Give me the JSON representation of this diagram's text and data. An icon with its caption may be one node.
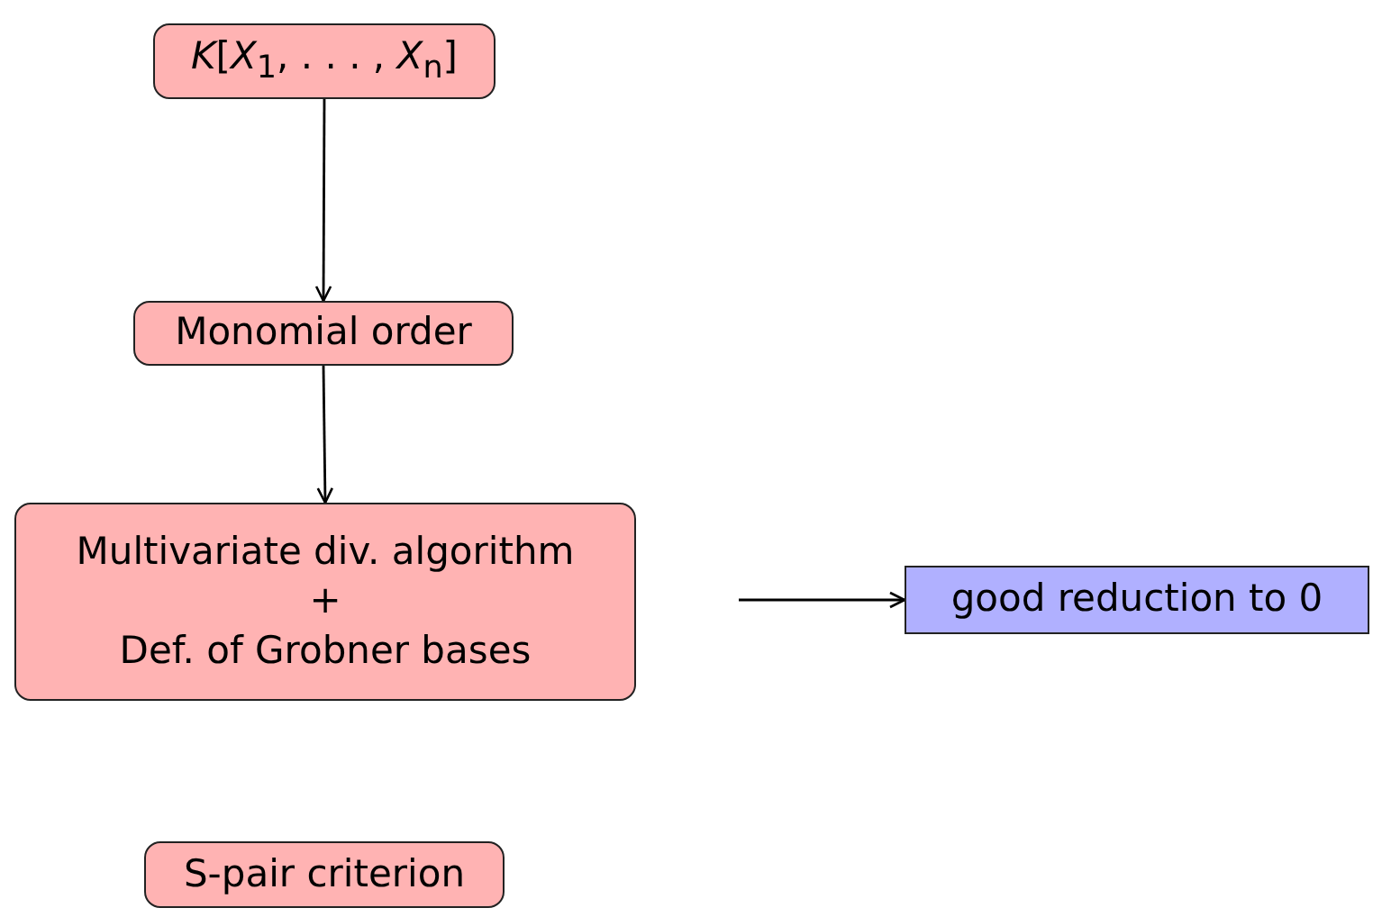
{
  "diagram": {
    "nodes": [
      {
        "text": [
          "*K*[*X*$_{1}$, . . . , *X*$_{n}$]"
        ]
      },
      {
        "text": [
          "Monomial order"
        ]
      },
      {
        "text": [
          "Multivariate div. algorithm",
          "+",
          "Def. of Grobner bases"
        ]
      },
      {
        "text": [
          "good reduction to 0"
        ]
      },
      {
        "text": [
          "S-pair criterion"
        ]
      }
    ],
    "edges": [
      {
        "from": 0,
        "to": 1,
        "arrow": "to"
      },
      {
        "from": 1,
        "to": 2,
        "arrow": "to"
      },
      {
        "from": null,
        "to": 3,
        "arrow": "to"
      }
    ]
  }
}
